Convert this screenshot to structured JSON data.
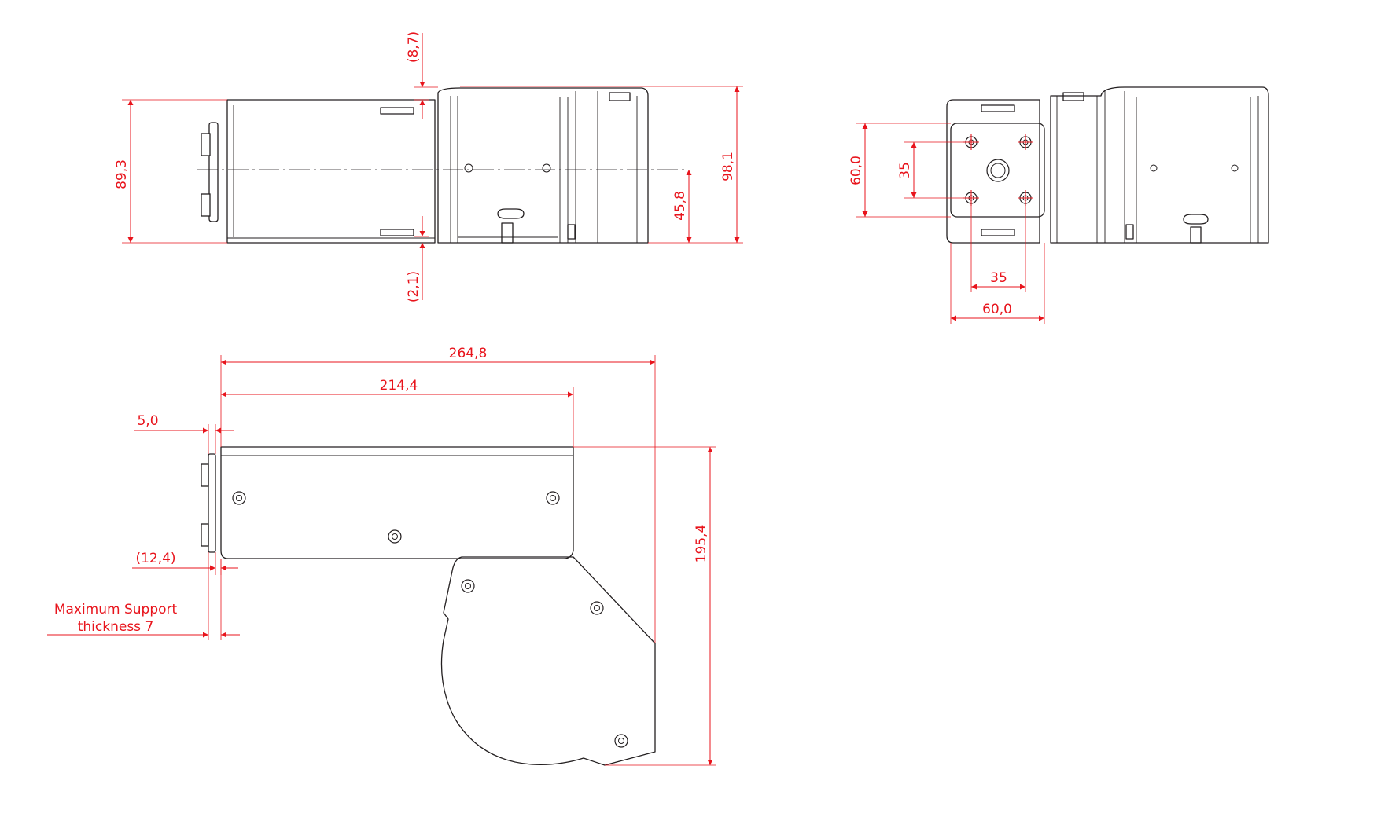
{
  "views": {
    "side_view": {
      "dimensions": {
        "height_overall": "89,3",
        "gap_top": "(8,7)",
        "gap_bottom": "(2,1)",
        "center_height": "45,8",
        "height_total": "98,1"
      }
    },
    "end_view": {
      "dimensions": {
        "plate_height": "60,0",
        "hole_spacing_vertical": "35",
        "hole_spacing_horizontal": "35",
        "plate_width": "60,0"
      }
    },
    "top_view": {
      "dimensions": {
        "length_overall": "264,8",
        "length_arm": "214,4",
        "flange": "5,0",
        "flange_offset": "(12,4)",
        "depth_overall": "195,4"
      },
      "note_line1": "Maximum Support",
      "note_line2": "thickness 7"
    }
  },
  "colors": {
    "dimension": "#e8141c",
    "outline": "#231f20"
  }
}
